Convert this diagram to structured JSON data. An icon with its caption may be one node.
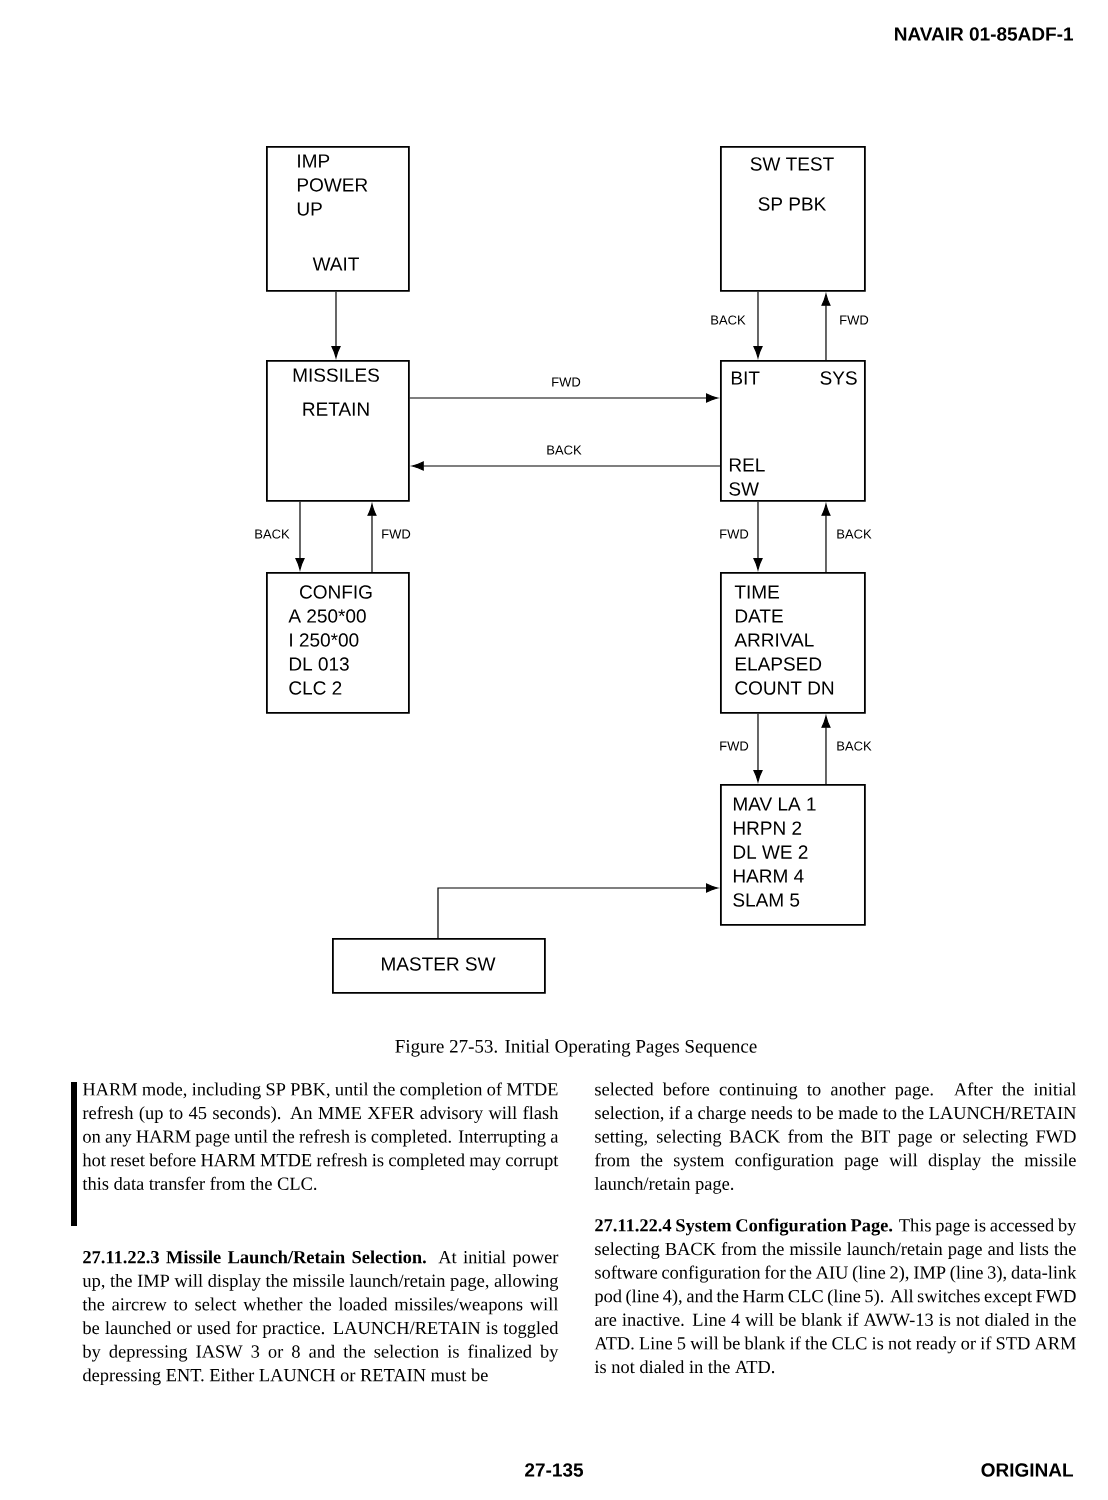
{
  "diagram": {
    "caption": "Figure 27-53. Initial Operating Pages Sequence",
    "nodes": [
      {
        "text": [
          "IMP POWER UP",
          "WAIT"
        ]
      },
      {
        "text": [
          "SW TEST",
          "SP PBK"
        ]
      },
      {
        "text": [
          "MISSILES RETAIN"
        ]
      },
      {
        "text": [
          "BIT",
          "SYS",
          "REL SW"
        ]
      },
      {
        "text": [
          "CONFIG",
          "A 250*00",
          "I 250*00",
          "DL 013",
          "CLC 2"
        ]
      },
      {
        "text": [
          "TIME",
          "DATE",
          "ARRIVAL",
          "ELAPSED",
          "COUNT DN"
        ]
      },
      {
        "text": [
          "MAV LA 1",
          "HRPN 2",
          "DL WE 2",
          "HARM 4",
          "SLAM 5"
        ]
      },
      {
        "text": [
          "MASTER SW"
        ]
      }
    ],
    "edges": [
      {
        "from": 0,
        "to": 2,
        "arrow": "to"
      },
      {
        "from": 1,
        "to": 3,
        "arrow": "to",
        "label": "BACK"
      },
      {
        "from": 3,
        "to": 1,
        "arrow": "to",
        "label": "FWD"
      },
      {
        "from": 2,
        "to": 3,
        "arrow": "to",
        "label": "FWD"
      },
      {
        "from": 3,
        "to": 2,
        "arrow": "to",
        "label": "BACK"
      },
      {
        "from": 2,
        "to": 4,
        "arrow": "to",
        "label": "BACK"
      },
      {
        "from": 4,
        "to": 2,
        "arrow": "to",
        "label": "FWD"
      },
      {
        "from": 3,
        "to": 5,
        "arrow": "to",
        "label": "FWD"
      },
      {
        "from": 5,
        "to": 3,
        "arrow": "to",
        "label": "BACK"
      },
      {
        "from": 5,
        "to": 6,
        "arrow": "to",
        "label": "FWD"
      },
      {
        "from": 6,
        "to": 5,
        "arrow": "to",
        "label": "BACK"
      },
      {
        "from": 7,
        "to": 6,
        "arrow": "to"
      }
    ],
    "labels": [
      "NAVAIR 01-85ADF-1",
      "HARM mode, including SP PBK, until the completion of MTDE refresh (up to 45 seconds). An MME XFER advisory will flash on any HARM page until the refresh is completed. Interrupting a hot reset before HARM MTDE refresh is completed may corrupt this data transfer from the CLC.",
      "**27.11.22.3 Missile Launch/Retain Selection.** At initial power up, the IMP will display the missile launch/retain page, allowing the aircrew to select whether the loaded missiles/weapons will be launched or used for practice. LAUNCH/RETAIN is toggled by depressing IASW 3 or 8 and the selection is finalized by depressing ENT. Either LAUNCH or RETAIN must be",
      "selected before continuing to another page. After the initial selection, if a charge needs to be made to the LAUNCH/RETAIN setting, selecting BACK from the BIT page or selecting FWD from the system configuration page will display the missile launch/retain page.",
      "**27.11.22.4 System Configuration Page.** This page is accessed by selecting BACK from the missile launch/retain page and lists the software configuration for the AIU (line 2), IMP (line 3), data-link pod (line 4), and the Harm CLC (line 5). All switches except FWD are inactive. Line 4 will be blank if AWW-13 is not dialed in the ATD. Line 5 will be blank if the CLC is not ready or if STD ARM is not dialed in the ATD.",
      "27-135",
      "ORIGINAL"
    ]
  }
}
